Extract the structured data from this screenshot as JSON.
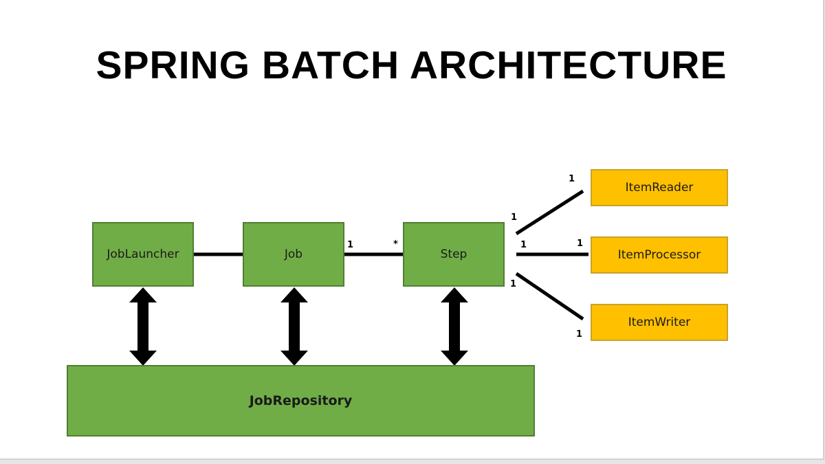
{
  "title": "SPRING BATCH ARCHITECTURE",
  "nodes": {
    "job_launcher": "JobLauncher",
    "job": "Job",
    "step": "Step",
    "job_repository": "JobRepository",
    "item_reader": "ItemReader",
    "item_processor": "ItemProcessor",
    "item_writer": "ItemWriter"
  },
  "multiplicities": {
    "job_side": "1",
    "step_side": "*",
    "reader_step_end": "1",
    "reader_end": "1",
    "processor_step_end": "1",
    "processor_end": "1",
    "writer_step_end": "1",
    "writer_end": "1"
  },
  "colors": {
    "component_fill": "#70ad47",
    "item_fill": "#ffc000"
  }
}
